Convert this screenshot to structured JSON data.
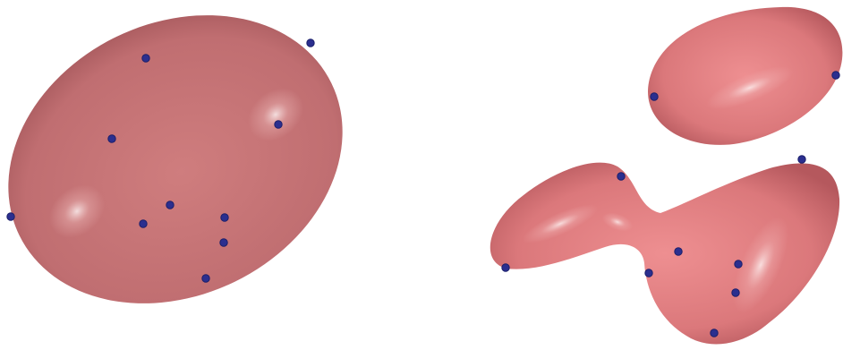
{
  "scene": {
    "colors": {
      "background": "#ffffff",
      "surface_base": "#d27a7a",
      "surface_dark": "#b65f62",
      "surface_light": "#f7dede",
      "point": "#2b2f8f",
      "point_edge": "#1b1f6a"
    },
    "left_panel": {
      "shape": "single convex ellipsoid surface",
      "point_count": 10
    },
    "right_panel": {
      "shape": "two disconnected blobs (top ellipsoid, bottom pinched dumbbell)",
      "point_count": 10
    }
  }
}
